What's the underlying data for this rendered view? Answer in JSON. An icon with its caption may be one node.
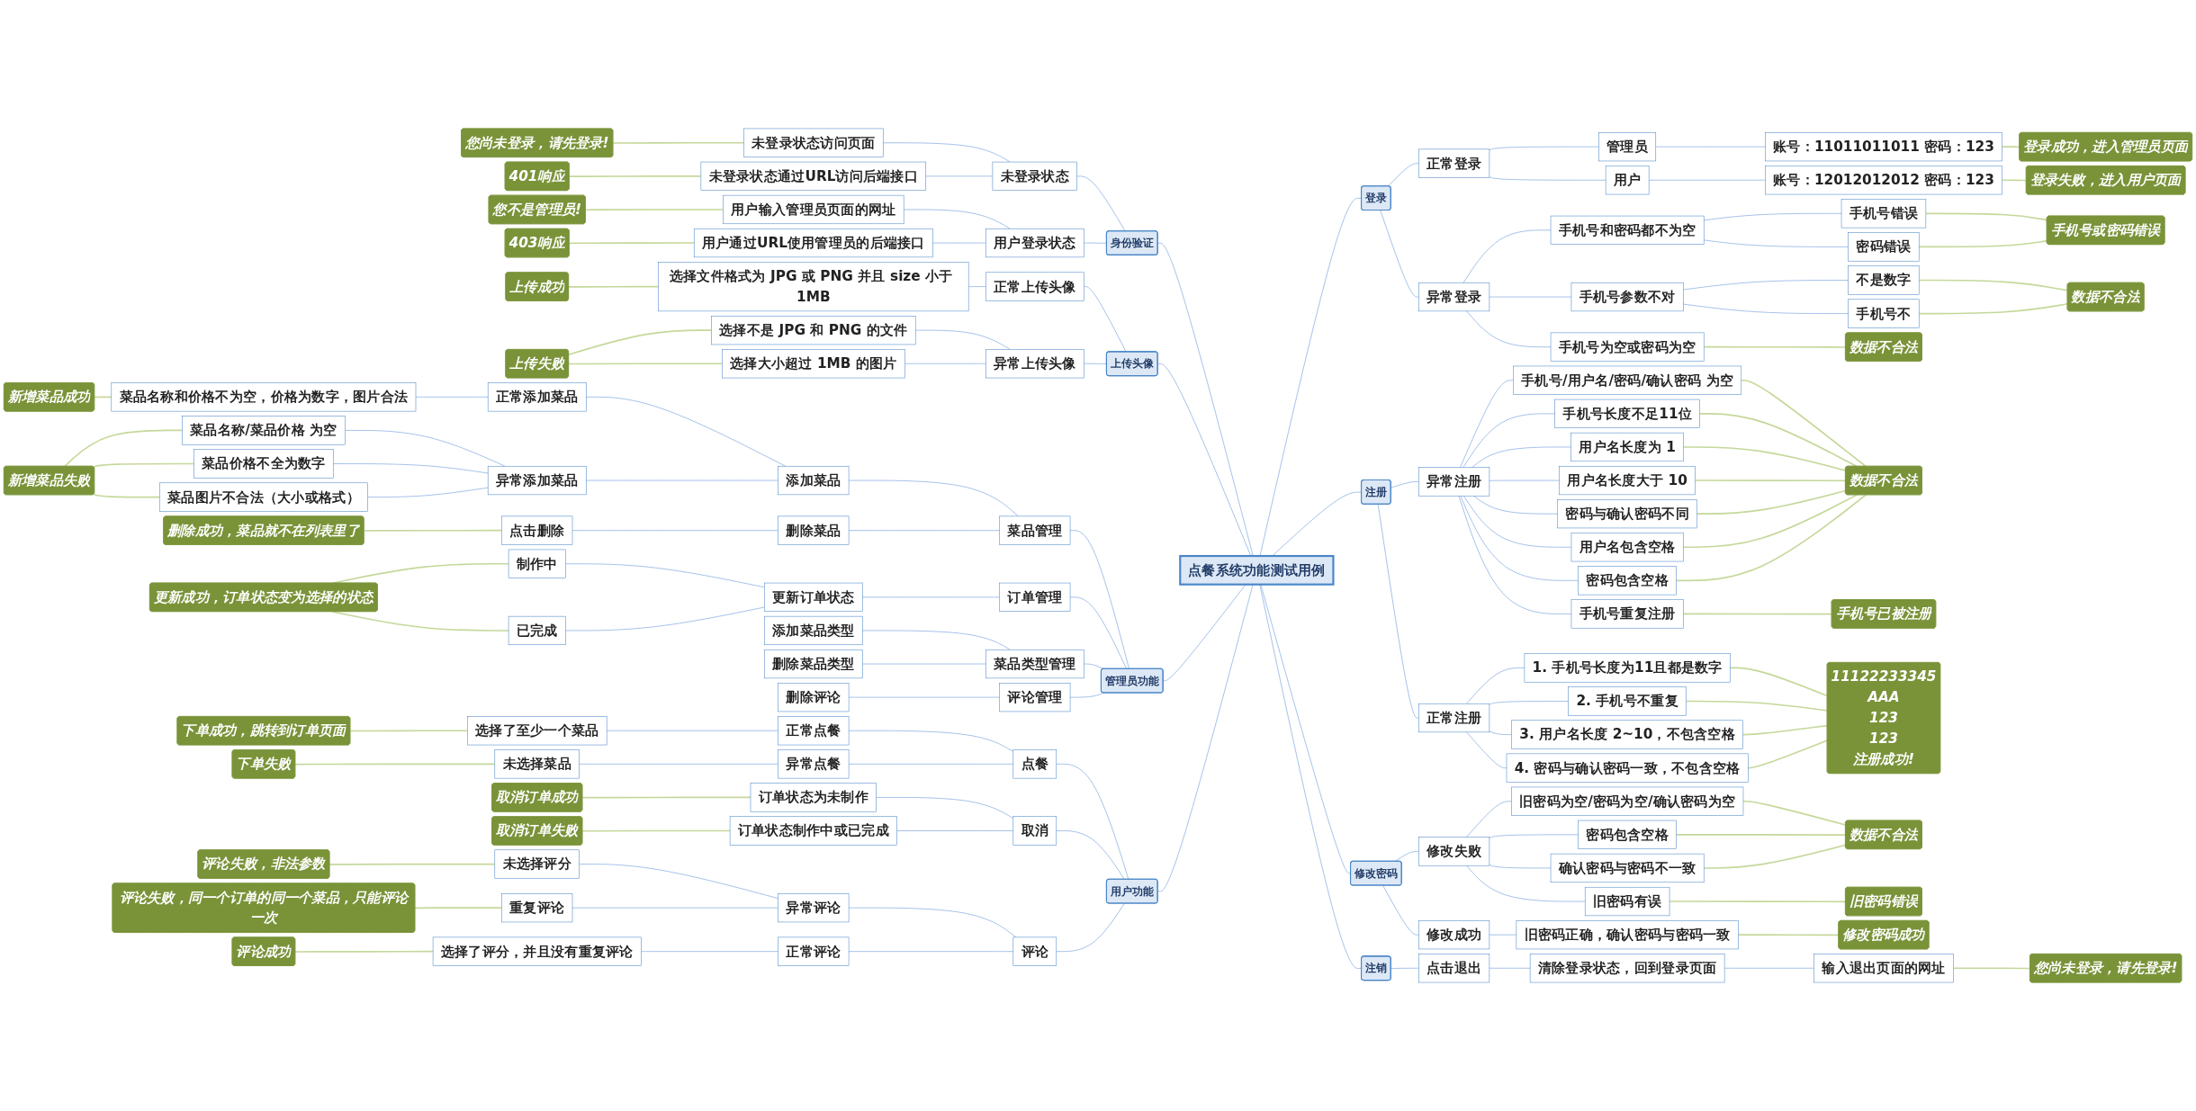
{
  "diagram": {
    "nodes": [
      {
        "text": [
          "点餐系统功能测试用例"
        ]
      },
      {
        "text": [
          "登录"
        ]
      },
      {
        "text": [
          "正常登录"
        ]
      },
      {
        "text": [
          "管理员"
        ]
      },
      {
        "text": [
          "账号：11011011011 密码：123"
        ]
      },
      {
        "text": [
          "登录成功，进入管理员页面"
        ]
      },
      {
        "text": [
          "用户"
        ]
      },
      {
        "text": [
          "账号：12012012012 密码：123"
        ]
      },
      {
        "text": [
          "登录失败，进入用户页面"
        ]
      },
      {
        "text": [
          "异常登录"
        ]
      },
      {
        "text": [
          "手机号和密码都不为空"
        ]
      },
      {
        "text": [
          "手机号错误"
        ]
      },
      {
        "text": [
          "密码错误"
        ]
      },
      {
        "text": [
          "手机号或密码错误"
        ]
      },
      {
        "text": [
          "手机号参数不对"
        ]
      },
      {
        "text": [
          "不是数字"
        ]
      },
      {
        "text": [
          "手机号不"
        ]
      },
      {
        "text": [
          "数据不合法"
        ]
      },
      {
        "text": [
          "手机号为空或密码为空"
        ]
      },
      {
        "text": [
          "数据不合法"
        ]
      },
      {
        "text": [
          "注册"
        ]
      },
      {
        "text": [
          "异常注册"
        ]
      },
      {
        "text": [
          "手机号/用户名/密码/确认密码 为空"
        ]
      },
      {
        "text": [
          "手机号长度不足11位"
        ]
      },
      {
        "text": [
          "用户名长度为 1"
        ]
      },
      {
        "text": [
          "用户名长度大于 10"
        ]
      },
      {
        "text": [
          "密码与确认密码不同"
        ]
      },
      {
        "text": [
          "用户名包含空格"
        ]
      },
      {
        "text": [
          "密码包含空格"
        ]
      },
      {
        "text": [
          "数据不合法"
        ]
      },
      {
        "text": [
          "手机号重复注册"
        ]
      },
      {
        "text": [
          "手机号已被注册"
        ]
      },
      {
        "text": [
          "正常注册"
        ]
      },
      {
        "text": [
          "1. 手机号长度为11且都是数字"
        ]
      },
      {
        "text": [
          "2. 手机号不重复"
        ]
      },
      {
        "text": [
          "3. 用户名长度 2~10，不包含空格"
        ]
      },
      {
        "text": [
          "4. 密码与确认密码一致，不包含空格"
        ]
      },
      {
        "text": [
          "11122233345",
          "AAA",
          "123",
          "123",
          "注册成功!"
        ]
      },
      {
        "text": [
          "修改密码"
        ]
      },
      {
        "text": [
          "修改失败"
        ]
      },
      {
        "text": [
          "旧密码为空/密码为空/确认密码为空"
        ]
      },
      {
        "text": [
          "密码包含空格"
        ]
      },
      {
        "text": [
          "确认密码与密码不一致"
        ]
      },
      {
        "text": [
          "数据不合法"
        ]
      },
      {
        "text": [
          "旧密码有误"
        ]
      },
      {
        "text": [
          "旧密码错误"
        ]
      },
      {
        "text": [
          "修改成功"
        ]
      },
      {
        "text": [
          "旧密码正确，确认密码与密码一致"
        ]
      },
      {
        "text": [
          "修改密码成功"
        ]
      },
      {
        "text": [
          "注销"
        ]
      },
      {
        "text": [
          "点击退出"
        ]
      },
      {
        "text": [
          "清除登录状态，回到登录页面"
        ]
      },
      {
        "text": [
          "输入退出页面的网址"
        ]
      },
      {
        "text": [
          "您尚未登录，请先登录!"
        ]
      },
      {
        "text": [
          "身份验证"
        ]
      },
      {
        "text": [
          "未登录状态"
        ]
      },
      {
        "text": [
          "未登录状态访问页面"
        ]
      },
      {
        "text": [
          "您尚未登录，请先登录!"
        ]
      },
      {
        "text": [
          "未登录状态通过URL访问后端接口"
        ]
      },
      {
        "text": [
          "401响应"
        ]
      },
      {
        "text": [
          "用户登录状态"
        ]
      },
      {
        "text": [
          "用户输入管理员页面的网址"
        ]
      },
      {
        "text": [
          "您不是管理员!"
        ]
      },
      {
        "text": [
          "用户通过URL使用管理员的后端接口"
        ]
      },
      {
        "text": [
          "403响应"
        ]
      },
      {
        "text": [
          "上传头像"
        ]
      },
      {
        "text": [
          "正常上传头像"
        ]
      },
      {
        "text": [
          "选择文件格式为 JPG 或 PNG 并且 size 小于 1MB"
        ]
      },
      {
        "text": [
          "上传成功"
        ]
      },
      {
        "text": [
          "异常上传头像"
        ]
      },
      {
        "text": [
          "选择不是 JPG 和 PNG 的文件"
        ]
      },
      {
        "text": [
          "选择大小超过 1MB 的图片"
        ]
      },
      {
        "text": [
          "上传失败"
        ]
      },
      {
        "text": [
          "管理员功能"
        ]
      },
      {
        "text": [
          "菜品管理"
        ]
      },
      {
        "text": [
          "添加菜品"
        ]
      },
      {
        "text": [
          "正常添加菜品"
        ]
      },
      {
        "text": [
          "菜品名称和价格不为空，价格为数字，图片合法"
        ]
      },
      {
        "text": [
          "新增菜品成功"
        ]
      },
      {
        "text": [
          "异常添加菜品"
        ]
      },
      {
        "text": [
          "菜品名称/菜品价格 为空"
        ]
      },
      {
        "text": [
          "菜品价格不全为数字"
        ]
      },
      {
        "text": [
          "菜品图片不合法（大小或格式）"
        ]
      },
      {
        "text": [
          "新增菜品失败"
        ]
      },
      {
        "text": [
          "删除菜品"
        ]
      },
      {
        "text": [
          "点击删除"
        ]
      },
      {
        "text": [
          "删除成功，菜品就不在列表里了"
        ]
      },
      {
        "text": [
          "订单管理"
        ]
      },
      {
        "text": [
          "更新订单状态"
        ]
      },
      {
        "text": [
          "制作中"
        ]
      },
      {
        "text": [
          "已完成"
        ]
      },
      {
        "text": [
          "更新成功，订单状态变为选择的状态"
        ]
      },
      {
        "text": [
          "菜品类型管理"
        ]
      },
      {
        "text": [
          "添加菜品类型"
        ]
      },
      {
        "text": [
          "删除菜品类型"
        ]
      },
      {
        "text": [
          "评论管理"
        ]
      },
      {
        "text": [
          "删除评论"
        ]
      },
      {
        "text": [
          "用户功能"
        ]
      },
      {
        "text": [
          "点餐"
        ]
      },
      {
        "text": [
          "正常点餐"
        ]
      },
      {
        "text": [
          "选择了至少一个菜品"
        ]
      },
      {
        "text": [
          "下单成功，跳转到订单页面"
        ]
      },
      {
        "text": [
          "异常点餐"
        ]
      },
      {
        "text": [
          "未选择菜品"
        ]
      },
      {
        "text": [
          "下单失败"
        ]
      },
      {
        "text": [
          "取消"
        ]
      },
      {
        "text": [
          "订单状态为未制作"
        ]
      },
      {
        "text": [
          "取消订单成功"
        ]
      },
      {
        "text": [
          "订单状态制作中或已完成"
        ]
      },
      {
        "text": [
          "取消订单失败"
        ]
      },
      {
        "text": [
          "评论"
        ]
      },
      {
        "text": [
          "异常评论"
        ]
      },
      {
        "text": [
          "未选择评分"
        ]
      },
      {
        "text": [
          "评论失败，非法参数"
        ]
      },
      {
        "text": [
          "重复评论"
        ]
      },
      {
        "text": [
          "评论失败，同一个订单的同一个菜品，只能评论一次"
        ]
      },
      {
        "text": [
          "正常评论"
        ]
      },
      {
        "text": [
          "选择了评分，并且没有重复评论"
        ]
      },
      {
        "text": [
          "评论成功"
        ]
      }
    ],
    "edges": [
      {
        "from": 0,
        "to": 1,
        "arrow": "none"
      },
      {
        "from": 1,
        "to": 2,
        "arrow": "none"
      },
      {
        "from": 2,
        "to": 3,
        "arrow": "none"
      },
      {
        "from": 3,
        "to": 4,
        "arrow": "none"
      },
      {
        "from": 4,
        "to": 5,
        "arrow": "none",
        "color": "#c5d89b"
      },
      {
        "from": 2,
        "to": 6,
        "arrow": "none"
      },
      {
        "from": 6,
        "to": 7,
        "arrow": "none"
      },
      {
        "from": 7,
        "to": 8,
        "arrow": "none",
        "color": "#c5d89b"
      },
      {
        "from": 1,
        "to": 9,
        "arrow": "none"
      },
      {
        "from": 9,
        "to": 10,
        "arrow": "none"
      },
      {
        "from": 10,
        "to": 11,
        "arrow": "none"
      },
      {
        "from": 10,
        "to": 12,
        "arrow": "none"
      },
      {
        "from": 11,
        "to": 13,
        "arrow": "none",
        "color": "#c5d89b"
      },
      {
        "from": 12,
        "to": 13,
        "arrow": "none",
        "color": "#c5d89b"
      },
      {
        "from": 9,
        "to": 14,
        "arrow": "none"
      },
      {
        "from": 14,
        "to": 15,
        "arrow": "none"
      },
      {
        "from": 14,
        "to": 16,
        "arrow": "none"
      },
      {
        "from": 15,
        "to": 17,
        "arrow": "none",
        "color": "#c5d89b"
      },
      {
        "from": 16,
        "to": 17,
        "arrow": "none",
        "color": "#c5d89b"
      },
      {
        "from": 9,
        "to": 18,
        "arrow": "none"
      },
      {
        "from": 18,
        "to": 19,
        "arrow": "none",
        "color": "#c5d89b"
      },
      {
        "from": 0,
        "to": 20,
        "arrow": "none"
      },
      {
        "from": 20,
        "to": 21,
        "arrow": "none"
      },
      {
        "from": 21,
        "to": 22,
        "arrow": "none"
      },
      {
        "from": 21,
        "to": 23,
        "arrow": "none"
      },
      {
        "from": 21,
        "to": 24,
        "arrow": "none"
      },
      {
        "from": 21,
        "to": 25,
        "arrow": "none"
      },
      {
        "from": 21,
        "to": 26,
        "arrow": "none"
      },
      {
        "from": 21,
        "to": 27,
        "arrow": "none"
      },
      {
        "from": 21,
        "to": 28,
        "arrow": "none"
      },
      {
        "from": 21,
        "to": 30,
        "arrow": "none"
      },
      {
        "from": 22,
        "to": 29,
        "arrow": "none",
        "color": "#c5d89b"
      },
      {
        "from": 23,
        "to": 29,
        "arrow": "none",
        "color": "#c5d89b"
      },
      {
        "from": 24,
        "to": 29,
        "arrow": "none",
        "color": "#c5d89b"
      },
      {
        "from": 25,
        "to": 29,
        "arrow": "none",
        "color": "#c5d89b"
      },
      {
        "from": 26,
        "to": 29,
        "arrow": "none",
        "color": "#c5d89b"
      },
      {
        "from": 27,
        "to": 29,
        "arrow": "none",
        "color": "#c5d89b"
      },
      {
        "from": 28,
        "to": 29,
        "arrow": "none",
        "color": "#c5d89b"
      },
      {
        "from": 30,
        "to": 31,
        "arrow": "none",
        "color": "#c5d89b"
      },
      {
        "from": 20,
        "to": 32,
        "arrow": "none"
      },
      {
        "from": 32,
        "to": 33,
        "arrow": "none"
      },
      {
        "from": 32,
        "to": 34,
        "arrow": "none"
      },
      {
        "from": 32,
        "to": 35,
        "arrow": "none"
      },
      {
        "from": 32,
        "to": 36,
        "arrow": "none"
      },
      {
        "from": 33,
        "to": 37,
        "arrow": "none",
        "color": "#c5d89b"
      },
      {
        "from": 34,
        "to": 37,
        "arrow": "none",
        "color": "#c5d89b"
      },
      {
        "from": 35,
        "to": 37,
        "arrow": "none",
        "color": "#c5d89b"
      },
      {
        "from": 36,
        "to": 37,
        "arrow": "none",
        "color": "#c5d89b"
      },
      {
        "from": 0,
        "to": 38,
        "arrow": "none"
      },
      {
        "from": 38,
        "to": 39,
        "arrow": "none"
      },
      {
        "from": 39,
        "to": 40,
        "arrow": "none"
      },
      {
        "from": 39,
        "to": 41,
        "arrow": "none"
      },
      {
        "from": 39,
        "to": 42,
        "arrow": "none"
      },
      {
        "from": 39,
        "to": 44,
        "arrow": "none"
      },
      {
        "from": 40,
        "to": 43,
        "arrow": "none",
        "color": "#c5d89b"
      },
      {
        "from": 41,
        "to": 43,
        "arrow": "none",
        "color": "#c5d89b"
      },
      {
        "from": 42,
        "to": 43,
        "arrow": "none",
        "color": "#c5d89b"
      },
      {
        "from": 44,
        "to": 45,
        "arrow": "none",
        "color": "#c5d89b"
      },
      {
        "from": 38,
        "to": 46,
        "arrow": "none"
      },
      {
        "from": 46,
        "to": 47,
        "arrow": "none"
      },
      {
        "from": 47,
        "to": 48,
        "arrow": "none",
        "color": "#c5d89b"
      },
      {
        "from": 0,
        "to": 49,
        "arrow": "none"
      },
      {
        "from": 49,
        "to": 50,
        "arrow": "none"
      },
      {
        "from": 50,
        "to": 51,
        "arrow": "none"
      },
      {
        "from": 51,
        "to": 52,
        "arrow": "none"
      },
      {
        "from": 52,
        "to": 53,
        "arrow": "none",
        "color": "#c5d89b"
      },
      {
        "from": 54,
        "to": 0,
        "arrow": "none"
      },
      {
        "from": 55,
        "to": 54,
        "arrow": "none"
      },
      {
        "from": 56,
        "to": 55,
        "arrow": "none"
      },
      {
        "from": 57,
        "to": 56,
        "arrow": "none",
        "color": "#c5d89b"
      },
      {
        "from": 58,
        "to": 55,
        "arrow": "none"
      },
      {
        "from": 59,
        "to": 58,
        "arrow": "none",
        "color": "#c5d89b"
      },
      {
        "from": 60,
        "to": 54,
        "arrow": "none"
      },
      {
        "from": 61,
        "to": 60,
        "arrow": "none"
      },
      {
        "from": 62,
        "to": 61,
        "arrow": "none",
        "color": "#c5d89b"
      },
      {
        "from": 63,
        "to": 60,
        "arrow": "none"
      },
      {
        "from": 64,
        "to": 63,
        "arrow": "none",
        "color": "#c5d89b"
      },
      {
        "from": 65,
        "to": 0,
        "arrow": "none"
      },
      {
        "from": 66,
        "to": 65,
        "arrow": "none"
      },
      {
        "from": 67,
        "to": 66,
        "arrow": "none"
      },
      {
        "from": 68,
        "to": 67,
        "arrow": "none",
        "color": "#c5d89b"
      },
      {
        "from": 69,
        "to": 65,
        "arrow": "none"
      },
      {
        "from": 70,
        "to": 69,
        "arrow": "none"
      },
      {
        "from": 71,
        "to": 69,
        "arrow": "none"
      },
      {
        "from": 72,
        "to": 70,
        "arrow": "none",
        "color": "#c5d89b"
      },
      {
        "from": 72,
        "to": 71,
        "arrow": "none",
        "color": "#c5d89b"
      },
      {
        "from": 73,
        "to": 0,
        "arrow": "none"
      },
      {
        "from": 74,
        "to": 73,
        "arrow": "none"
      },
      {
        "from": 75,
        "to": 74,
        "arrow": "none"
      },
      {
        "from": 76,
        "to": 75,
        "arrow": "none"
      },
      {
        "from": 77,
        "to": 76,
        "arrow": "none"
      },
      {
        "from": 78,
        "to": 77,
        "arrow": "none",
        "color": "#c5d89b"
      },
      {
        "from": 79,
        "to": 75,
        "arrow": "none"
      },
      {
        "from": 80,
        "to": 79,
        "arrow": "none"
      },
      {
        "from": 81,
        "to": 79,
        "arrow": "none"
      },
      {
        "from": 82,
        "to": 79,
        "arrow": "none"
      },
      {
        "from": 83,
        "to": 80,
        "arrow": "none",
        "color": "#c5d89b"
      },
      {
        "from": 83,
        "to": 81,
        "arrow": "none",
        "color": "#c5d89b"
      },
      {
        "from": 83,
        "to": 82,
        "arrow": "none",
        "color": "#c5d89b"
      },
      {
        "from": 84,
        "to": 74,
        "arrow": "none"
      },
      {
        "from": 85,
        "to": 84,
        "arrow": "none"
      },
      {
        "from": 86,
        "to": 85,
        "arrow": "none",
        "color": "#c5d89b"
      },
      {
        "from": 87,
        "to": 73,
        "arrow": "none"
      },
      {
        "from": 88,
        "to": 87,
        "arrow": "none"
      },
      {
        "from": 89,
        "to": 88,
        "arrow": "none"
      },
      {
        "from": 90,
        "to": 88,
        "arrow": "none"
      },
      {
        "from": 91,
        "to": 89,
        "arrow": "none",
        "color": "#c5d89b"
      },
      {
        "from": 91,
        "to": 90,
        "arrow": "none",
        "color": "#c5d89b"
      },
      {
        "from": 92,
        "to": 73,
        "arrow": "none"
      },
      {
        "from": 93,
        "to": 92,
        "arrow": "none"
      },
      {
        "from": 94,
        "to": 92,
        "arrow": "none"
      },
      {
        "from": 95,
        "to": 73,
        "arrow": "none"
      },
      {
        "from": 96,
        "to": 95,
        "arrow": "none"
      },
      {
        "from": 97,
        "to": 0,
        "arrow": "none"
      },
      {
        "from": 98,
        "to": 97,
        "arrow": "none"
      },
      {
        "from": 99,
        "to": 98,
        "arrow": "none"
      },
      {
        "from": 100,
        "to": 99,
        "arrow": "none"
      },
      {
        "from": 101,
        "to": 100,
        "arrow": "none",
        "color": "#c5d89b"
      },
      {
        "from": 102,
        "to": 98,
        "arrow": "none"
      },
      {
        "from": 103,
        "to": 102,
        "arrow": "none"
      },
      {
        "from": 104,
        "to": 103,
        "arrow": "none",
        "color": "#c5d89b"
      },
      {
        "from": 105,
        "to": 97,
        "arrow": "none"
      },
      {
        "from": 106,
        "to": 105,
        "arrow": "none"
      },
      {
        "from": 107,
        "to": 106,
        "arrow": "none",
        "color": "#c5d89b"
      },
      {
        "from": 108,
        "to": 105,
        "arrow": "none"
      },
      {
        "from": 109,
        "to": 108,
        "arrow": "none",
        "color": "#c5d89b"
      },
      {
        "from": 110,
        "to": 97,
        "arrow": "none"
      },
      {
        "from": 111,
        "to": 110,
        "arrow": "none"
      },
      {
        "from": 112,
        "to": 111,
        "arrow": "none"
      },
      {
        "from": 113,
        "to": 112,
        "arrow": "none",
        "color": "#c5d89b"
      },
      {
        "from": 114,
        "to": 111,
        "arrow": "none"
      },
      {
        "from": 115,
        "to": 114,
        "arrow": "none",
        "color": "#c5d89b"
      },
      {
        "from": 116,
        "to": 110,
        "arrow": "none"
      },
      {
        "from": 117,
        "to": 116,
        "arrow": "none"
      },
      {
        "from": 118,
        "to": 117,
        "arrow": "none",
        "color": "#c5d89b"
      }
    ]
  }
}
